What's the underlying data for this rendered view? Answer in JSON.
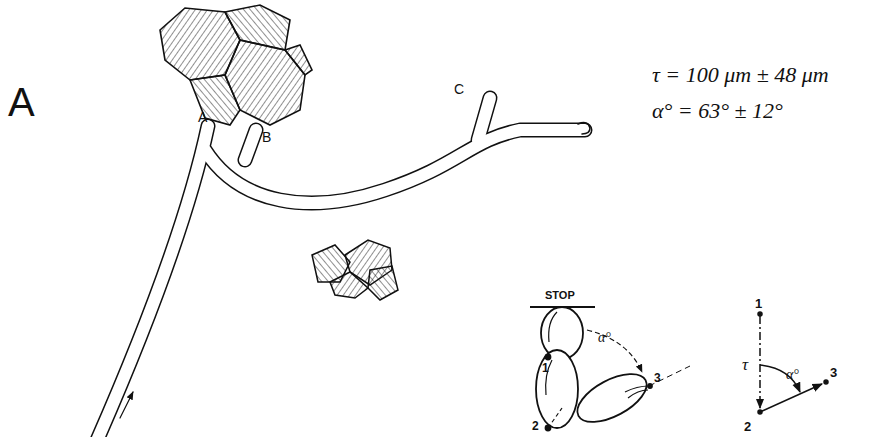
{
  "diagram": {
    "labels": [
      "A",
      "A",
      "B",
      "C",
      "τ = 100 μm ± 48 μm",
      "α° = 63° ± 12°",
      "STOP",
      "α°",
      "1",
      "3",
      "2",
      "1",
      "τ",
      "α°",
      "3",
      "2"
    ]
  }
}
